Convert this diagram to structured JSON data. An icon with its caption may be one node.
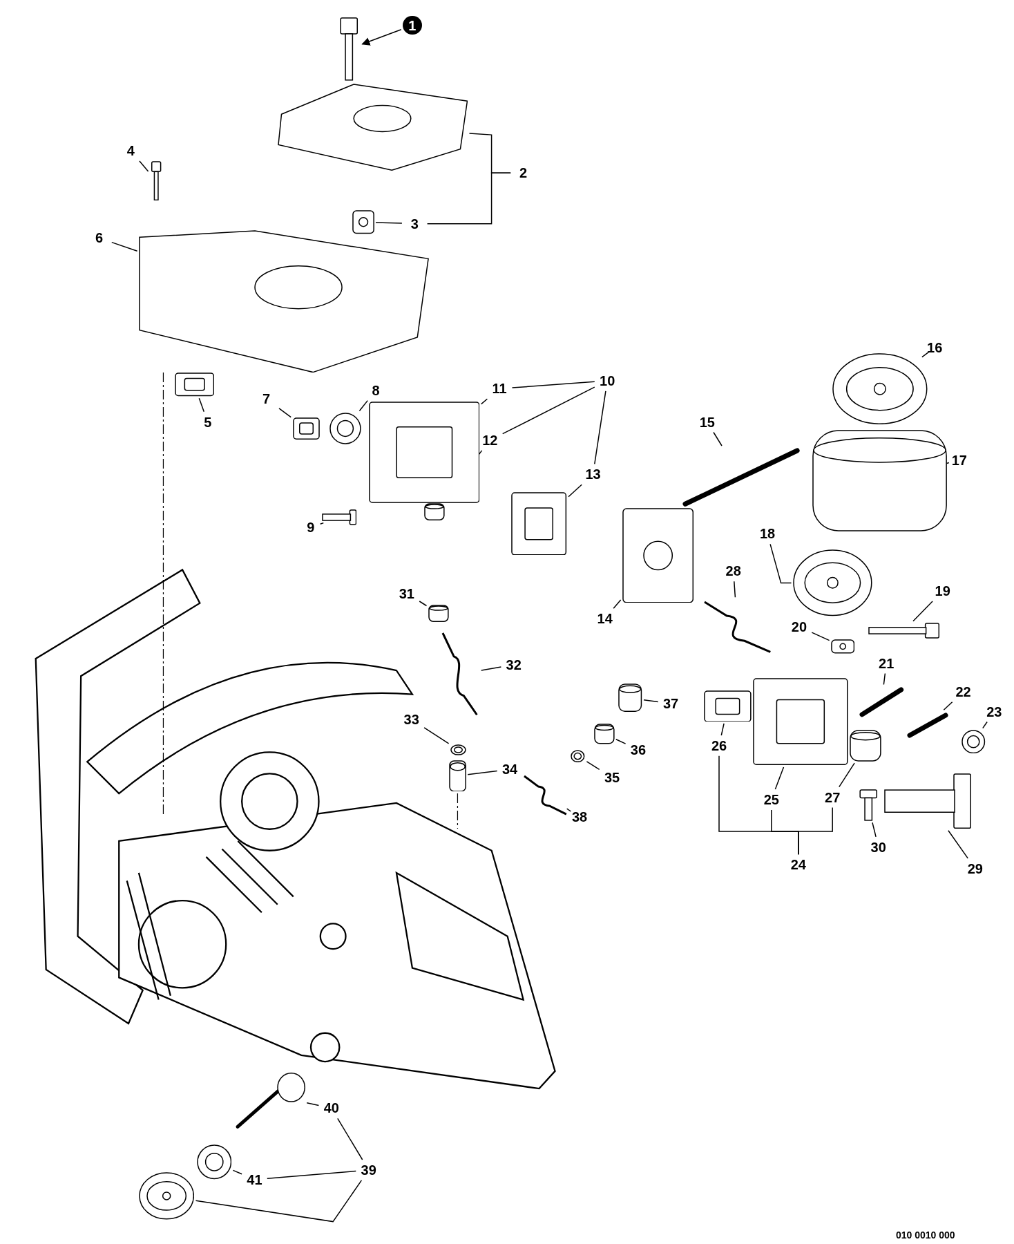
{
  "diagram": {
    "nodes": [
      {
        "text": [
          "1"
        ]
      },
      {
        "text": [
          "2"
        ]
      },
      {
        "text": [
          "3"
        ]
      },
      {
        "text": [
          "4"
        ]
      },
      {
        "text": [
          "5"
        ]
      },
      {
        "text": [
          "6"
        ]
      },
      {
        "text": [
          "7"
        ]
      },
      {
        "text": [
          "8"
        ]
      },
      {
        "text": [
          "9"
        ]
      },
      {
        "text": [
          "10"
        ]
      },
      {
        "text": [
          "11"
        ]
      },
      {
        "text": [
          "12"
        ]
      },
      {
        "text": [
          "13"
        ]
      },
      {
        "text": [
          "14"
        ]
      },
      {
        "text": [
          "15"
        ]
      },
      {
        "text": [
          "16"
        ]
      },
      {
        "text": [
          "17"
        ]
      },
      {
        "text": [
          "18"
        ]
      },
      {
        "text": [
          "19"
        ]
      },
      {
        "text": [
          "20"
        ]
      },
      {
        "text": [
          "21"
        ]
      },
      {
        "text": [
          "22"
        ]
      },
      {
        "text": [
          "23"
        ]
      },
      {
        "text": [
          "24"
        ]
      },
      {
        "text": [
          "25"
        ]
      },
      {
        "text": [
          "26"
        ]
      },
      {
        "text": [
          "27"
        ]
      },
      {
        "text": [
          "28"
        ]
      },
      {
        "text": [
          "29"
        ]
      },
      {
        "text": [
          "30"
        ]
      },
      {
        "text": [
          "31"
        ]
      },
      {
        "text": [
          "32"
        ]
      },
      {
        "text": [
          "33"
        ]
      },
      {
        "text": [
          "34"
        ]
      },
      {
        "text": [
          "35"
        ]
      },
      {
        "text": [
          "36"
        ]
      },
      {
        "text": [
          "37"
        ]
      },
      {
        "text": [
          "38"
        ]
      },
      {
        "text": [
          "39"
        ]
      },
      {
        "text": [
          "40"
        ]
      },
      {
        "text": [
          "41"
        ]
      },
      {
        "text": [],
        "shape": "picture"
      },
      {
        "text": [],
        "shape": "picture"
      },
      {
        "text": [],
        "shape": "picture"
      },
      {
        "text": [],
        "shape": "picture"
      },
      {
        "text": [],
        "shape": "picture"
      },
      {
        "text": [],
        "shape": "picture"
      },
      {
        "text": [],
        "shape": "picture"
      },
      {
        "text": [],
        "shape": "picture"
      },
      {
        "text": [],
        "shape": "picture"
      },
      {
        "text": [],
        "shape": "picture"
      },
      {
        "text": [],
        "shape": "picture"
      },
      {
        "text": [],
        "shape": "picture"
      },
      {
        "text": [],
        "shape": "picture"
      },
      {
        "text": [],
        "shape": "picture"
      },
      {
        "text": [],
        "shape": "picture"
      },
      {
        "text": [],
        "shape": "picture"
      },
      {
        "text": [],
        "shape": "picture"
      },
      {
        "text": [],
        "shape": "picture"
      },
      {
        "text": [],
        "shape": "picture"
      },
      {
        "text": [],
        "shape": "picture"
      },
      {
        "text": [],
        "shape": "picture"
      },
      {
        "text": [],
        "shape": "picture"
      },
      {
        "text": [],
        "shape": "picture"
      },
      {
        "text": [],
        "shape": "picture"
      },
      {
        "text": [],
        "shape": "picture"
      },
      {
        "text": [],
        "shape": "picture"
      },
      {
        "text": [],
        "shape": "picture"
      },
      {
        "text": [],
        "shape": "picture"
      },
      {
        "text": [],
        "shape": "picture"
      },
      {
        "text": [],
        "shape": "picture"
      },
      {
        "text": [],
        "shape": "picture"
      },
      {
        "text": [],
        "shape": "picture"
      },
      {
        "text": [],
        "shape": "picture"
      },
      {
        "text": [],
        "shape": "picture"
      },
      {
        "text": [],
        "shape": "picture"
      },
      {
        "text": [],
        "shape": "picture"
      },
      {
        "text": [],
        "shape": "picture"
      },
      {
        "text": [],
        "shape": "picture"
      },
      {
        "text": [],
        "shape": "picture"
      }
    ],
    "edges": [
      {
        "from": 0,
        "to": 41,
        "arrow": "to"
      },
      {
        "from": 1,
        "to": 42,
        "arrow": "none"
      },
      {
        "from": 1,
        "to": 2,
        "arrow": "none"
      },
      {
        "from": 2,
        "to": 43,
        "arrow": "none"
      },
      {
        "from": 3,
        "to": 44,
        "arrow": "none"
      },
      {
        "from": 4,
        "to": 46,
        "arrow": "none"
      },
      {
        "from": 5,
        "to": 45,
        "arrow": "none"
      },
      {
        "from": 6,
        "to": 47,
        "arrow": "none"
      },
      {
        "from": 7,
        "to": 48,
        "arrow": "none"
      },
      {
        "from": 8,
        "to": 49,
        "arrow": "none"
      },
      {
        "from": 9,
        "to": 10,
        "arrow": "none"
      },
      {
        "from": 9,
        "to": 11,
        "arrow": "none"
      },
      {
        "from": 9,
        "to": 12,
        "arrow": "none"
      },
      {
        "from": 10,
        "to": 50,
        "arrow": "none"
      },
      {
        "from": 11,
        "to": 51,
        "arrow": "none"
      },
      {
        "from": 12,
        "to": 52,
        "arrow": "none"
      },
      {
        "from": 13,
        "to": 53,
        "arrow": "none"
      },
      {
        "from": 14,
        "to": 54,
        "arrow": "none"
      },
      {
        "from": 15,
        "to": 55,
        "arrow": "none"
      },
      {
        "from": 16,
        "to": 56,
        "arrow": "none"
      },
      {
        "from": 17,
        "to": 57,
        "arrow": "none"
      },
      {
        "from": 18,
        "to": 58,
        "arrow": "none"
      },
      {
        "from": 19,
        "to": 59,
        "arrow": "none"
      },
      {
        "from": 20,
        "to": 61,
        "arrow": "none"
      },
      {
        "from": 21,
        "to": 62,
        "arrow": "none"
      },
      {
        "from": 22,
        "to": 63,
        "arrow": "none"
      },
      {
        "from": 23,
        "to": 24,
        "arrow": "none"
      },
      {
        "from": 23,
        "to": 25,
        "arrow": "none"
      },
      {
        "from": 23,
        "to": 26,
        "arrow": "none"
      },
      {
        "from": 24,
        "to": 65,
        "arrow": "none"
      },
      {
        "from": 25,
        "to": 64,
        "arrow": "none"
      },
      {
        "from": 26,
        "to": 66,
        "arrow": "none"
      },
      {
        "from": 27,
        "to": 60,
        "arrow": "none"
      },
      {
        "from": 28,
        "to": 68,
        "arrow": "none"
      },
      {
        "from": 29,
        "to": 67,
        "arrow": "none"
      },
      {
        "from": 30,
        "to": 69,
        "arrow": "none"
      },
      {
        "from": 31,
        "to": 70,
        "arrow": "none"
      },
      {
        "from": 32,
        "to": 71,
        "arrow": "none"
      },
      {
        "from": 33,
        "to": 72,
        "arrow": "none"
      },
      {
        "from": 34,
        "to": 73,
        "arrow": "none"
      },
      {
        "from": 35,
        "to": 74,
        "arrow": "none"
      },
      {
        "from": 36,
        "to": 75,
        "arrow": "none"
      },
      {
        "from": 37,
        "to": 76,
        "arrow": "none"
      },
      {
        "from": 38,
        "to": 39,
        "arrow": "none"
      },
      {
        "from": 38,
        "to": 40,
        "arrow": "none"
      },
      {
        "from": 38,
        "to": 79,
        "arrow": "none"
      },
      {
        "from": 39,
        "to": 77,
        "arrow": "none"
      },
      {
        "from": 40,
        "to": 78,
        "arrow": "none"
      }
    ],
    "labels": [
      "010 0010 000"
    ]
  }
}
